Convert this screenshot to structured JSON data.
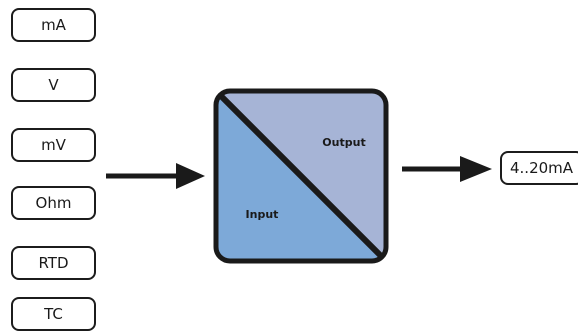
{
  "inputs": [
    "mA",
    "V",
    "mV",
    "Ohm",
    "RTD",
    "TC"
  ],
  "output": "4..20mA",
  "converter": {
    "input_label": "Input",
    "output_label": "Output"
  },
  "colors": {
    "input_region": "#7da9d8",
    "output_region": "#a6b4d6",
    "border": "#1a1a1a",
    "arrow": "#1a1a1a"
  }
}
